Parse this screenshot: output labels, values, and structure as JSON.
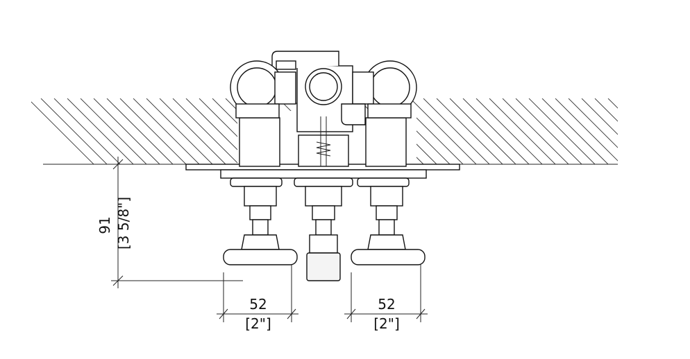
{
  "dimensions": {
    "height": {
      "metric": "91",
      "imperial": "[3 5/8\"]"
    },
    "width_left": {
      "metric": "52",
      "imperial": "[2\"]"
    },
    "width_right": {
      "metric": "52",
      "imperial": "[2\"]"
    }
  },
  "colors": {
    "line": "#111111",
    "background": "#ffffff"
  }
}
